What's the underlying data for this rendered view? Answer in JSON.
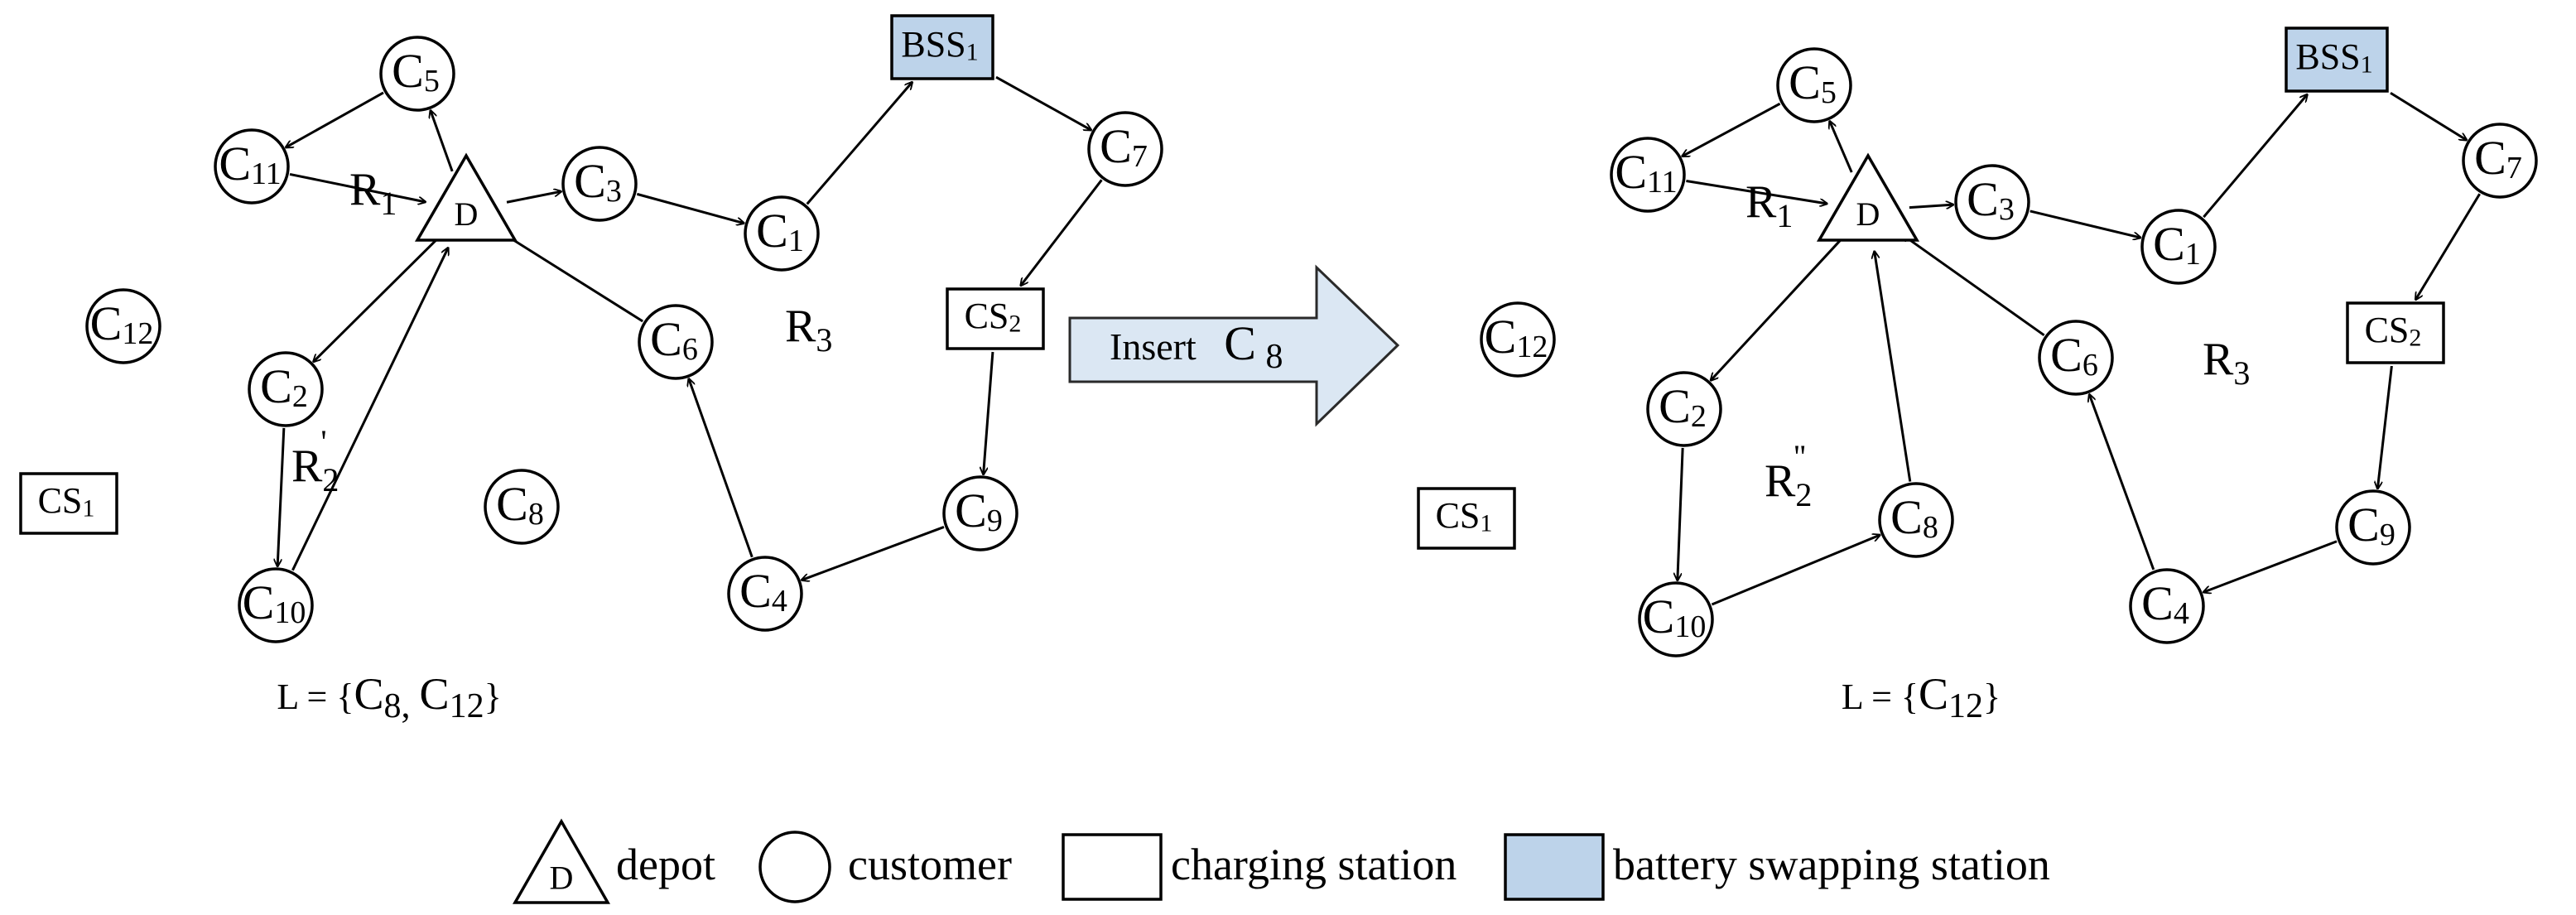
{
  "colors": {
    "battery_swapping_fill": "#bdd3ea",
    "insert_arrow_fill": "#dbe7f3",
    "node_fill": "#ffffff",
    "line": "#000000"
  },
  "insert_arrow": {
    "label": "Insert",
    "node": "C8"
  },
  "left_panel": {
    "nodes": [
      {
        "id": "D",
        "type": "depot",
        "main": "D"
      },
      {
        "id": "C5",
        "type": "customer",
        "main": "C",
        "sub": "5"
      },
      {
        "id": "C11",
        "type": "customer",
        "main": "C",
        "sub": "11"
      },
      {
        "id": "C3",
        "type": "customer",
        "main": "C",
        "sub": "3"
      },
      {
        "id": "C1",
        "type": "customer",
        "main": "C",
        "sub": "1"
      },
      {
        "id": "BSS1",
        "type": "battery_swapping",
        "main": "BSS",
        "sub": "1"
      },
      {
        "id": "C7",
        "type": "customer",
        "main": "C",
        "sub": "7"
      },
      {
        "id": "CS2",
        "type": "charging",
        "main": "CS",
        "sub": "2"
      },
      {
        "id": "C9",
        "type": "customer",
        "main": "C",
        "sub": "9"
      },
      {
        "id": "C4",
        "type": "customer",
        "main": "C",
        "sub": "4"
      },
      {
        "id": "C6",
        "type": "customer",
        "main": "C",
        "sub": "6"
      },
      {
        "id": "C12",
        "type": "customer",
        "main": "C",
        "sub": "12"
      },
      {
        "id": "C2",
        "type": "customer",
        "main": "C",
        "sub": "2"
      },
      {
        "id": "C10",
        "type": "customer",
        "main": "C",
        "sub": "10"
      },
      {
        "id": "C8",
        "type": "customer",
        "main": "C",
        "sub": "8"
      },
      {
        "id": "CS1",
        "type": "charging",
        "main": "CS",
        "sub": "1"
      }
    ],
    "edges": [
      [
        "D",
        "C5"
      ],
      [
        "C5",
        "C11"
      ],
      [
        "C11",
        "D"
      ],
      [
        "D",
        "C3"
      ],
      [
        "C3",
        "C1"
      ],
      [
        "C1",
        "BSS1"
      ],
      [
        "BSS1",
        "C7"
      ],
      [
        "C7",
        "CS2"
      ],
      [
        "CS2",
        "C9"
      ],
      [
        "C9",
        "C4"
      ],
      [
        "C4",
        "C6"
      ],
      [
        "C6",
        "D"
      ],
      [
        "D",
        "C2"
      ],
      [
        "C2",
        "C10"
      ],
      [
        "C10",
        "D"
      ]
    ],
    "route_labels": [
      {
        "id": "R1",
        "main": "R",
        "sub": "1"
      },
      {
        "id": "R2",
        "main": "R",
        "sub": "2",
        "sup": "'"
      },
      {
        "id": "R3",
        "main": "R",
        "sub": "3"
      }
    ],
    "list_label": {
      "prefix": "L = {",
      "items": [
        "C8",
        "C12"
      ],
      "suffix": "}"
    }
  },
  "right_panel": {
    "nodes": [
      {
        "id": "D",
        "type": "depot",
        "main": "D"
      },
      {
        "id": "C5",
        "type": "customer",
        "main": "C",
        "sub": "5"
      },
      {
        "id": "C11",
        "type": "customer",
        "main": "C",
        "sub": "11"
      },
      {
        "id": "C3",
        "type": "customer",
        "main": "C",
        "sub": "3"
      },
      {
        "id": "C1",
        "type": "customer",
        "main": "C",
        "sub": "1"
      },
      {
        "id": "BSS1",
        "type": "battery_swapping",
        "main": "BSS",
        "sub": "1"
      },
      {
        "id": "C7",
        "type": "customer",
        "main": "C",
        "sub": "7"
      },
      {
        "id": "CS2",
        "type": "charging",
        "main": "CS",
        "sub": "2"
      },
      {
        "id": "C9",
        "type": "customer",
        "main": "C",
        "sub": "9"
      },
      {
        "id": "C4",
        "type": "customer",
        "main": "C",
        "sub": "4"
      },
      {
        "id": "C6",
        "type": "customer",
        "main": "C",
        "sub": "6"
      },
      {
        "id": "C12",
        "type": "customer",
        "main": "C",
        "sub": "12"
      },
      {
        "id": "C2",
        "type": "customer",
        "main": "C",
        "sub": "2"
      },
      {
        "id": "C10",
        "type": "customer",
        "main": "C",
        "sub": "10"
      },
      {
        "id": "C8",
        "type": "customer",
        "main": "C",
        "sub": "8"
      },
      {
        "id": "CS1",
        "type": "charging",
        "main": "CS",
        "sub": "1"
      }
    ],
    "edges": [
      [
        "D",
        "C5"
      ],
      [
        "C5",
        "C11"
      ],
      [
        "C11",
        "D"
      ],
      [
        "D",
        "C3"
      ],
      [
        "C3",
        "C1"
      ],
      [
        "C1",
        "BSS1"
      ],
      [
        "BSS1",
        "C7"
      ],
      [
        "C7",
        "CS2"
      ],
      [
        "CS2",
        "C9"
      ],
      [
        "C9",
        "C4"
      ],
      [
        "C4",
        "C6"
      ],
      [
        "C6",
        "D"
      ],
      [
        "D",
        "C2"
      ],
      [
        "C2",
        "C10"
      ],
      [
        "C10",
        "C8"
      ],
      [
        "C8",
        "D"
      ]
    ],
    "route_labels": [
      {
        "id": "R1",
        "main": "R",
        "sub": "1"
      },
      {
        "id": "R2",
        "main": "R",
        "sub": "2",
        "sup": "''"
      },
      {
        "id": "R3",
        "main": "R",
        "sub": "3"
      }
    ],
    "list_label": {
      "prefix": "L = {",
      "items": [
        "C12"
      ],
      "suffix": "}"
    }
  },
  "legend": [
    {
      "type": "depot",
      "symbol_text": "D",
      "label": "depot"
    },
    {
      "type": "customer",
      "label": "customer"
    },
    {
      "type": "charging",
      "label": "charging station"
    },
    {
      "type": "battery_swapping",
      "label": "battery swapping station"
    }
  ]
}
